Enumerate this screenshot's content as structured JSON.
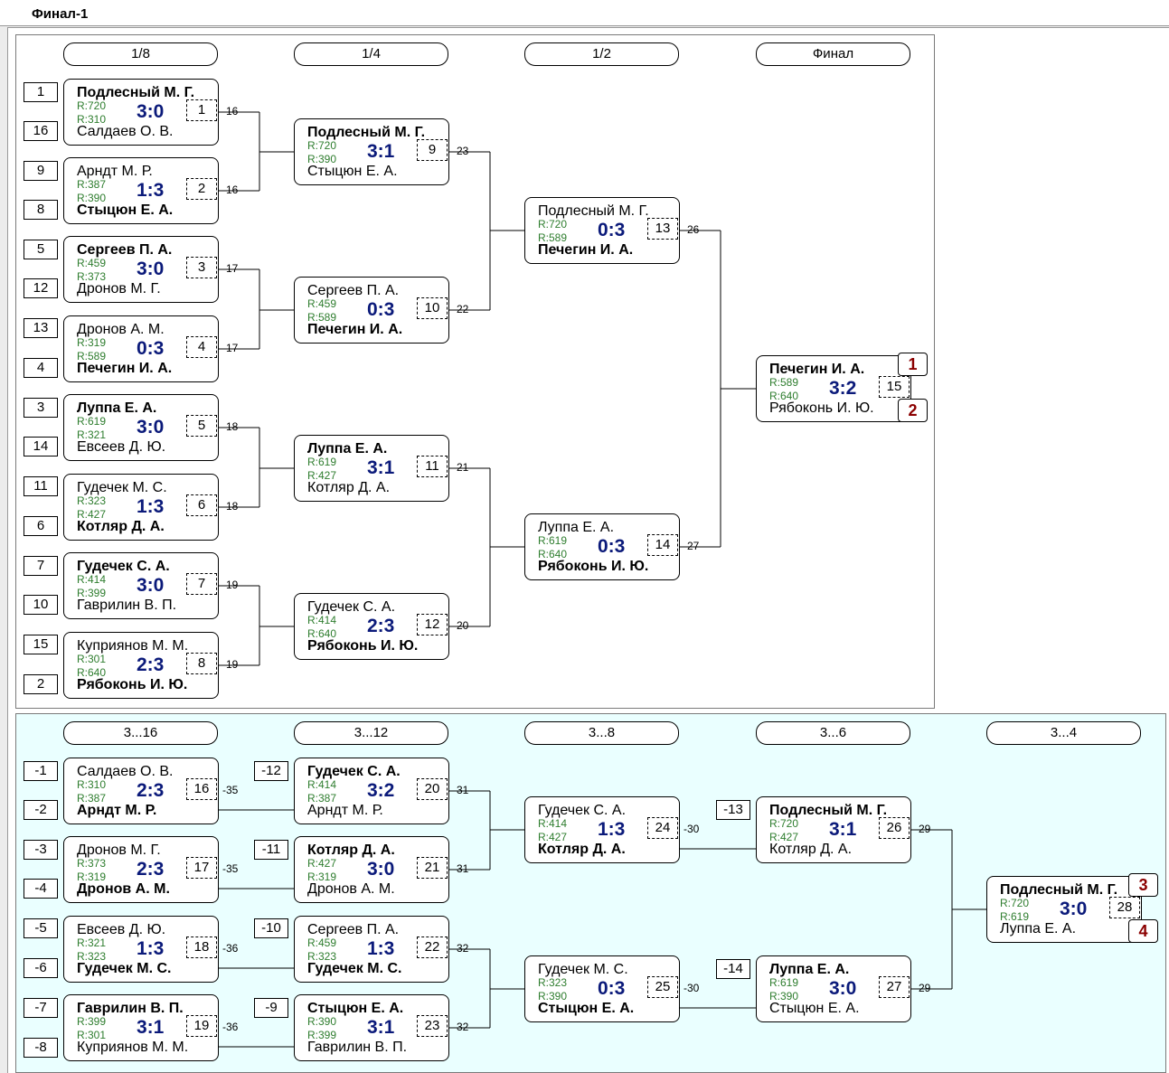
{
  "title": "Финал-1",
  "main": {
    "rounds": [
      "1/8",
      "1/4",
      "1/2",
      "Финал"
    ],
    "seeds": [
      "1",
      "16",
      "9",
      "8",
      "5",
      "12",
      "13",
      "4",
      "3",
      "14",
      "11",
      "6",
      "7",
      "10",
      "15",
      "2"
    ],
    "r16": [
      {
        "num": "1",
        "p1": "Подлесный М. Г.",
        "p2": "Салдаев О. В.",
        "r1": "R:720",
        "r2": "R:310",
        "score": "3:0",
        "win": 1,
        "loss": "-16"
      },
      {
        "num": "2",
        "p1": "Арндт М. Р.",
        "p2": "Стыцюн Е. А.",
        "r1": "R:387",
        "r2": "R:390",
        "score": "1:3",
        "win": 2,
        "loss": "-16"
      },
      {
        "num": "3",
        "p1": "Сергеев П. А.",
        "p2": "Дронов М. Г.",
        "r1": "R:459",
        "r2": "R:373",
        "score": "3:0",
        "win": 1,
        "loss": "-17"
      },
      {
        "num": "4",
        "p1": "Дронов А. М.",
        "p2": "Печегин И. А.",
        "r1": "R:319",
        "r2": "R:589",
        "score": "0:3",
        "win": 2,
        "loss": "-17"
      },
      {
        "num": "5",
        "p1": "Луппа Е. А.",
        "p2": "Евсеев Д. Ю.",
        "r1": "R:619",
        "r2": "R:321",
        "score": "3:0",
        "win": 1,
        "loss": "-18"
      },
      {
        "num": "6",
        "p1": "Гудечек М. С.",
        "p2": "Котляр Д. А.",
        "r1": "R:323",
        "r2": "R:427",
        "score": "1:3",
        "win": 2,
        "loss": "-18"
      },
      {
        "num": "7",
        "p1": "Гудечек С. А.",
        "p2": "Гаврилин В. П.",
        "r1": "R:414",
        "r2": "R:399",
        "score": "3:0",
        "win": 1,
        "loss": "-19"
      },
      {
        "num": "8",
        "p1": "Куприянов М. М.",
        "p2": "Рябоконь И. Ю.",
        "r1": "R:301",
        "r2": "R:640",
        "score": "2:3",
        "win": 2,
        "loss": "-19"
      }
    ],
    "qf": [
      {
        "num": "9",
        "p1": "Подлесный М. Г.",
        "p2": "Стыцюн Е. А.",
        "r1": "R:720",
        "r2": "R:390",
        "score": "3:1",
        "win": 1,
        "loss": "-23"
      },
      {
        "num": "10",
        "p1": "Сергеев П. А.",
        "p2": "Печегин И. А.",
        "r1": "R:459",
        "r2": "R:589",
        "score": "0:3",
        "win": 2,
        "loss": "-22"
      },
      {
        "num": "11",
        "p1": "Луппа Е. А.",
        "p2": "Котляр Д. А.",
        "r1": "R:619",
        "r2": "R:427",
        "score": "3:1",
        "win": 1,
        "loss": "-21"
      },
      {
        "num": "12",
        "p1": "Гудечек С. А.",
        "p2": "Рябоконь И. Ю.",
        "r1": "R:414",
        "r2": "R:640",
        "score": "2:3",
        "win": 2,
        "loss": "-20"
      }
    ],
    "sf": [
      {
        "num": "13",
        "p1": "Подлесный М. Г.",
        "p2": "Печегин И. А.",
        "r1": "R:720",
        "r2": "R:589",
        "score": "0:3",
        "win": 2,
        "loss": "-26"
      },
      {
        "num": "14",
        "p1": "Луппа Е. А.",
        "p2": "Рябоконь И. Ю.",
        "r1": "R:619",
        "r2": "R:640",
        "score": "0:3",
        "win": 2,
        "loss": "-27"
      }
    ],
    "final": {
      "num": "15",
      "p1": "Печегин И. А.",
      "p2": "Рябоконь И. Ю.",
      "r1": "R:589",
      "r2": "R:640",
      "score": "3:2",
      "win": 1,
      "place1": "1",
      "place2": "2"
    }
  },
  "consolation": {
    "rounds": [
      "3...16",
      "3...12",
      "3...8",
      "3...6",
      "3...4"
    ],
    "seeds": [
      "-1",
      "-2",
      "-3",
      "-4",
      "-5",
      "-6",
      "-7",
      "-8"
    ],
    "seeds2": [
      "-12",
      "-11",
      "-10",
      "-9"
    ],
    "seeds4": [
      "-13",
      "-14"
    ],
    "c1": [
      {
        "num": "16",
        "p1": "Салдаев О. В.",
        "p2": "Арндт М. Р.",
        "r1": "R:310",
        "r2": "R:387",
        "score": "2:3",
        "win": 2,
        "loss": "-35"
      },
      {
        "num": "17",
        "p1": "Дронов М. Г.",
        "p2": "Дронов А. М.",
        "r1": "R:373",
        "r2": "R:319",
        "score": "2:3",
        "win": 2,
        "loss": "-35"
      },
      {
        "num": "18",
        "p1": "Евсеев Д. Ю.",
        "p2": "Гудечек М. С.",
        "r1": "R:321",
        "r2": "R:323",
        "score": "1:3",
        "win": 2,
        "loss": "-36"
      },
      {
        "num": "19",
        "p1": "Гаврилин В. П.",
        "p2": "Куприянов М. М.",
        "r1": "R:399",
        "r2": "R:301",
        "score": "3:1",
        "win": 1,
        "loss": "-36"
      }
    ],
    "c2": [
      {
        "num": "20",
        "p1": "Гудечек С. А.",
        "p2": "Арндт М. Р.",
        "r1": "R:414",
        "r2": "R:387",
        "score": "3:2",
        "win": 1,
        "loss": "-31"
      },
      {
        "num": "21",
        "p1": "Котляр Д. А.",
        "p2": "Дронов А. М.",
        "r1": "R:427",
        "r2": "R:319",
        "score": "3:0",
        "win": 1,
        "loss": "-31"
      },
      {
        "num": "22",
        "p1": "Сергеев П. А.",
        "p2": "Гудечек М. С.",
        "r1": "R:459",
        "r2": "R:323",
        "score": "1:3",
        "win": 2,
        "loss": "-32"
      },
      {
        "num": "23",
        "p1": "Стыцюн Е. А.",
        "p2": "Гаврилин В. П.",
        "r1": "R:390",
        "r2": "R:399",
        "score": "3:1",
        "win": 1,
        "loss": "-32"
      }
    ],
    "c3": [
      {
        "num": "24",
        "p1": "Гудечек С. А.",
        "p2": "Котляр Д. А.",
        "r1": "R:414",
        "r2": "R:427",
        "score": "1:3",
        "win": 2,
        "loss": "-30"
      },
      {
        "num": "25",
        "p1": "Гудечек М. С.",
        "p2": "Стыцюн Е. А.",
        "r1": "R:323",
        "r2": "R:390",
        "score": "0:3",
        "win": 2,
        "loss": "-30"
      }
    ],
    "c4": [
      {
        "num": "26",
        "p1": "Подлесный М. Г.",
        "p2": "Котляр Д. А.",
        "r1": "R:720",
        "r2": "R:427",
        "score": "3:1",
        "win": 1,
        "loss": "-29"
      },
      {
        "num": "27",
        "p1": "Луппа Е. А.",
        "p2": "Стыцюн Е. А.",
        "r1": "R:619",
        "r2": "R:390",
        "score": "3:0",
        "win": 1,
        "loss": "-29"
      }
    ],
    "c5": {
      "num": "28",
      "p1": "Подлесный М. Г.",
      "p2": "Луппа Е. А.",
      "r1": "R:720",
      "r2": "R:619",
      "score": "3:0",
      "win": 1,
      "place1": "3",
      "place2": "4"
    }
  }
}
